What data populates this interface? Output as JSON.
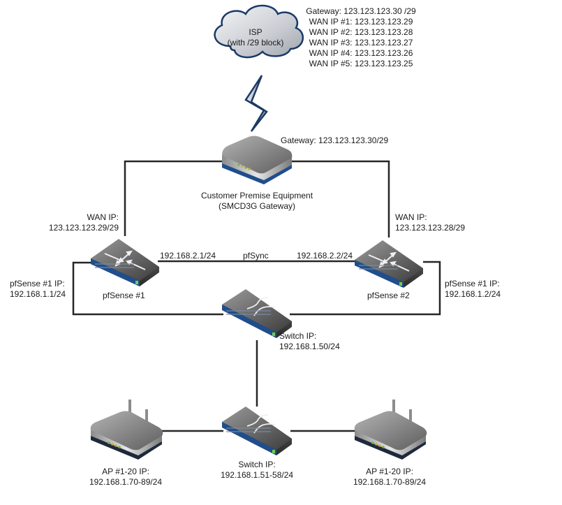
{
  "isp": {
    "title": "ISP",
    "subtitle": "(with /29 block)",
    "ip_block": [
      "Gateway: 123.123.123.30 /29",
      "WAN IP #1: 123.123.123.29",
      "WAN IP #2: 123.123.123.28",
      "WAN IP #3: 123.123.123.27",
      "WAN IP #4: 123.123.123.26",
      "WAN IP #5: 123.123.123.25"
    ]
  },
  "cpe": {
    "gateway_label": "Gateway: 123.123.123.30/29",
    "name_line1": "Customer Premise Equipment",
    "name_line2": "(SMCD3G Gateway)"
  },
  "pfsense1": {
    "wan_label": "WAN IP:",
    "wan_ip": "123.123.123.29/29",
    "sync_ip": "192.168.2.1/24",
    "name": "pfSense #1",
    "lan_label": "pfSense #1 IP:",
    "lan_ip": "192.168.1.1/24"
  },
  "pfsense2": {
    "wan_label": "WAN IP:",
    "wan_ip": "123.123.123.28/29",
    "sync_ip": "192.168.2.2/24",
    "name": "pfSense #2",
    "lan_label": "pfSense #1 IP:",
    "lan_ip": "192.168.1.2/24"
  },
  "pfsync_label": "pfSync",
  "core_switch": {
    "label": "Switch IP:",
    "ip": "192.168.1.50/24"
  },
  "access_switch": {
    "label": "Switch IP:",
    "ip": "192.168.1.51-58/24"
  },
  "ap_left": {
    "label": "AP #1-20 IP:",
    "ip": "192.168.1.70-89/24"
  },
  "ap_right": {
    "label": "AP #1-20 IP:",
    "ip": "192.168.1.70-89/24"
  },
  "colors": {
    "device_blue": "#1f4e8c",
    "link": "#262626",
    "cloud_stroke": "#1a3a66"
  }
}
